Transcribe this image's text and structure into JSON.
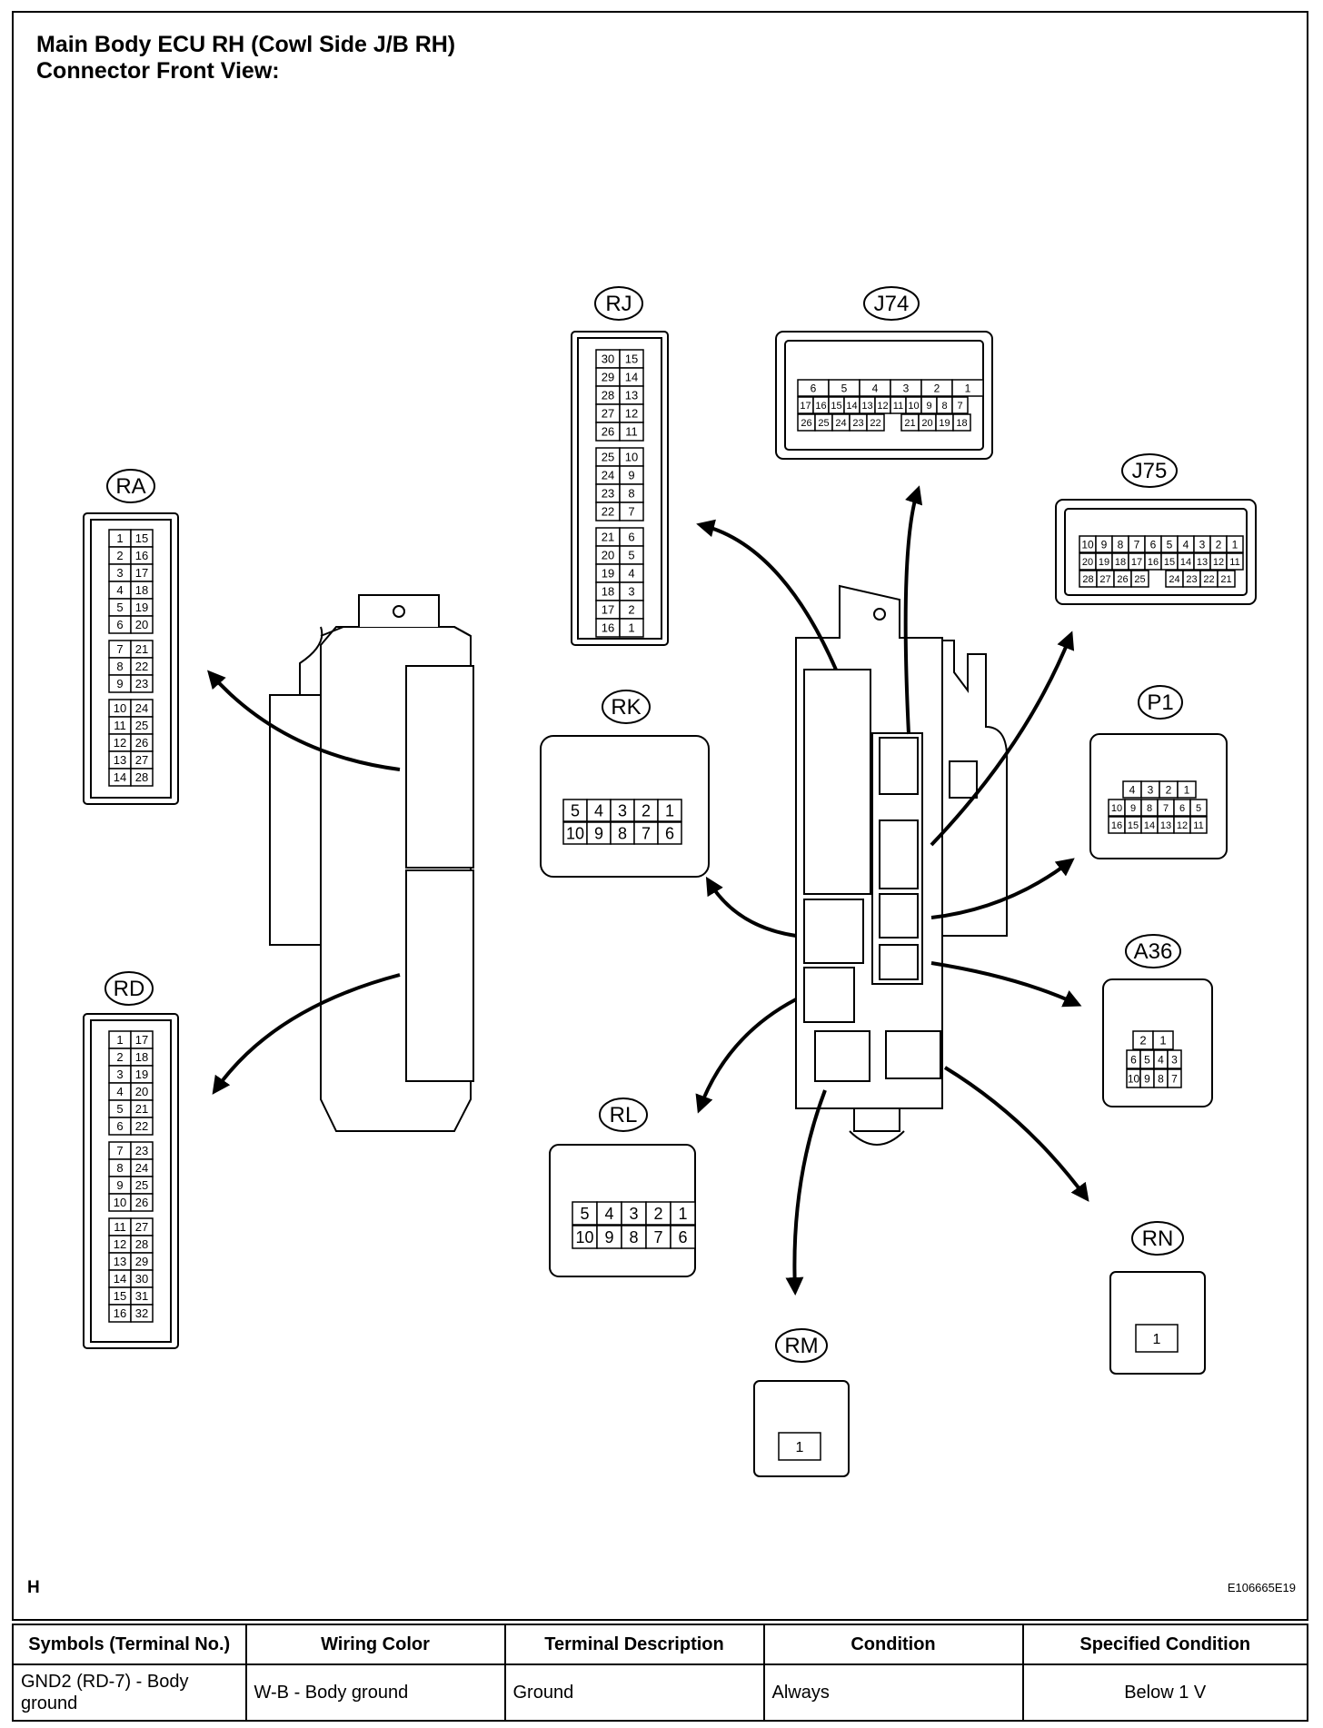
{
  "title_line1": "Main Body ECU RH (Cowl Side J/B RH)",
  "title_line2": "Connector Front View:",
  "corner_label": "H",
  "figure_code": "E106665E19",
  "connectors": {
    "RA": {
      "label": "RA",
      "rows": [
        [
          "1",
          "15"
        ],
        [
          "2",
          "16"
        ],
        [
          "3",
          "17"
        ],
        [
          "4",
          "18"
        ],
        [
          "5",
          "19"
        ],
        [
          "6",
          "20"
        ],
        [
          "7",
          "21"
        ],
        [
          "8",
          "22"
        ],
        [
          "9",
          "23"
        ],
        [
          "10",
          "24"
        ],
        [
          "11",
          "25"
        ],
        [
          "12",
          "26"
        ],
        [
          "13",
          "27"
        ],
        [
          "14",
          "28"
        ]
      ]
    },
    "RD": {
      "label": "RD",
      "rows": [
        [
          "1",
          "17"
        ],
        [
          "2",
          "18"
        ],
        [
          "3",
          "19"
        ],
        [
          "4",
          "20"
        ],
        [
          "5",
          "21"
        ],
        [
          "6",
          "22"
        ],
        [
          "7",
          "23"
        ],
        [
          "8",
          "24"
        ],
        [
          "9",
          "25"
        ],
        [
          "10",
          "26"
        ],
        [
          "11",
          "27"
        ],
        [
          "12",
          "28"
        ],
        [
          "13",
          "29"
        ],
        [
          "14",
          "30"
        ],
        [
          "15",
          "31"
        ],
        [
          "16",
          "32"
        ]
      ]
    },
    "RJ": {
      "label": "RJ",
      "rows": [
        [
          "30",
          "15"
        ],
        [
          "29",
          "14"
        ],
        [
          "28",
          "13"
        ],
        [
          "27",
          "12"
        ],
        [
          "26",
          "11"
        ],
        [
          "25",
          "10"
        ],
        [
          "24",
          "9"
        ],
        [
          "23",
          "8"
        ],
        [
          "22",
          "7"
        ],
        [
          "21",
          "6"
        ],
        [
          "20",
          "5"
        ],
        [
          "19",
          "4"
        ],
        [
          "18",
          "3"
        ],
        [
          "17",
          "2"
        ],
        [
          "16",
          "1"
        ]
      ]
    },
    "J74": {
      "label": "J74",
      "row1": [
        "6",
        "5",
        "4",
        "3",
        "2",
        "1"
      ],
      "row2": [
        "17",
        "16",
        "15",
        "14",
        "13",
        "12",
        "11",
        "10",
        "9",
        "8",
        "7"
      ],
      "row3": [
        "26",
        "25",
        "24",
        "23",
        "22",
        "",
        "21",
        "20",
        "19",
        "18"
      ]
    },
    "J75": {
      "label": "J75",
      "row1": [
        "10",
        "9",
        "8",
        "7",
        "6",
        "5",
        "4",
        "3",
        "2",
        "1"
      ],
      "row2": [
        "20",
        "19",
        "18",
        "17",
        "16",
        "15",
        "14",
        "13",
        "12",
        "11"
      ],
      "row3": [
        "28",
        "27",
        "26",
        "25",
        "",
        "24",
        "23",
        "22",
        "21"
      ]
    },
    "RK": {
      "label": "RK",
      "row1": [
        "5",
        "4",
        "3",
        "2",
        "1"
      ],
      "row2": [
        "10",
        "9",
        "8",
        "7",
        "6"
      ]
    },
    "P1": {
      "label": "P1",
      "row1": [
        "4",
        "3",
        "2",
        "1"
      ],
      "row2": [
        "10",
        "9",
        "8",
        "7",
        "6",
        "5"
      ],
      "row3": [
        "16",
        "15",
        "14",
        "13",
        "12",
        "11"
      ]
    },
    "A36": {
      "label": "A36",
      "row1": [
        "2",
        "1"
      ],
      "row2": [
        "6",
        "5",
        "4",
        "3"
      ],
      "row3": [
        "10",
        "9",
        "8",
        "7"
      ]
    },
    "RL": {
      "label": "RL",
      "row1": [
        "5",
        "4",
        "3",
        "2",
        "1"
      ],
      "row2": [
        "10",
        "9",
        "8",
        "7",
        "6"
      ]
    },
    "RM": {
      "label": "RM",
      "pin": "1"
    },
    "RN": {
      "label": "RN",
      "pin": "1"
    }
  },
  "table": {
    "headers": [
      "Symbols (Terminal No.)",
      "Wiring Color",
      "Terminal Description",
      "Condition",
      "Specified Condition"
    ],
    "rows": [
      [
        "GND2 (RD-7) - Body ground",
        "W-B - Body ground",
        "Ground",
        "Always",
        "Below 1 V"
      ]
    ]
  }
}
